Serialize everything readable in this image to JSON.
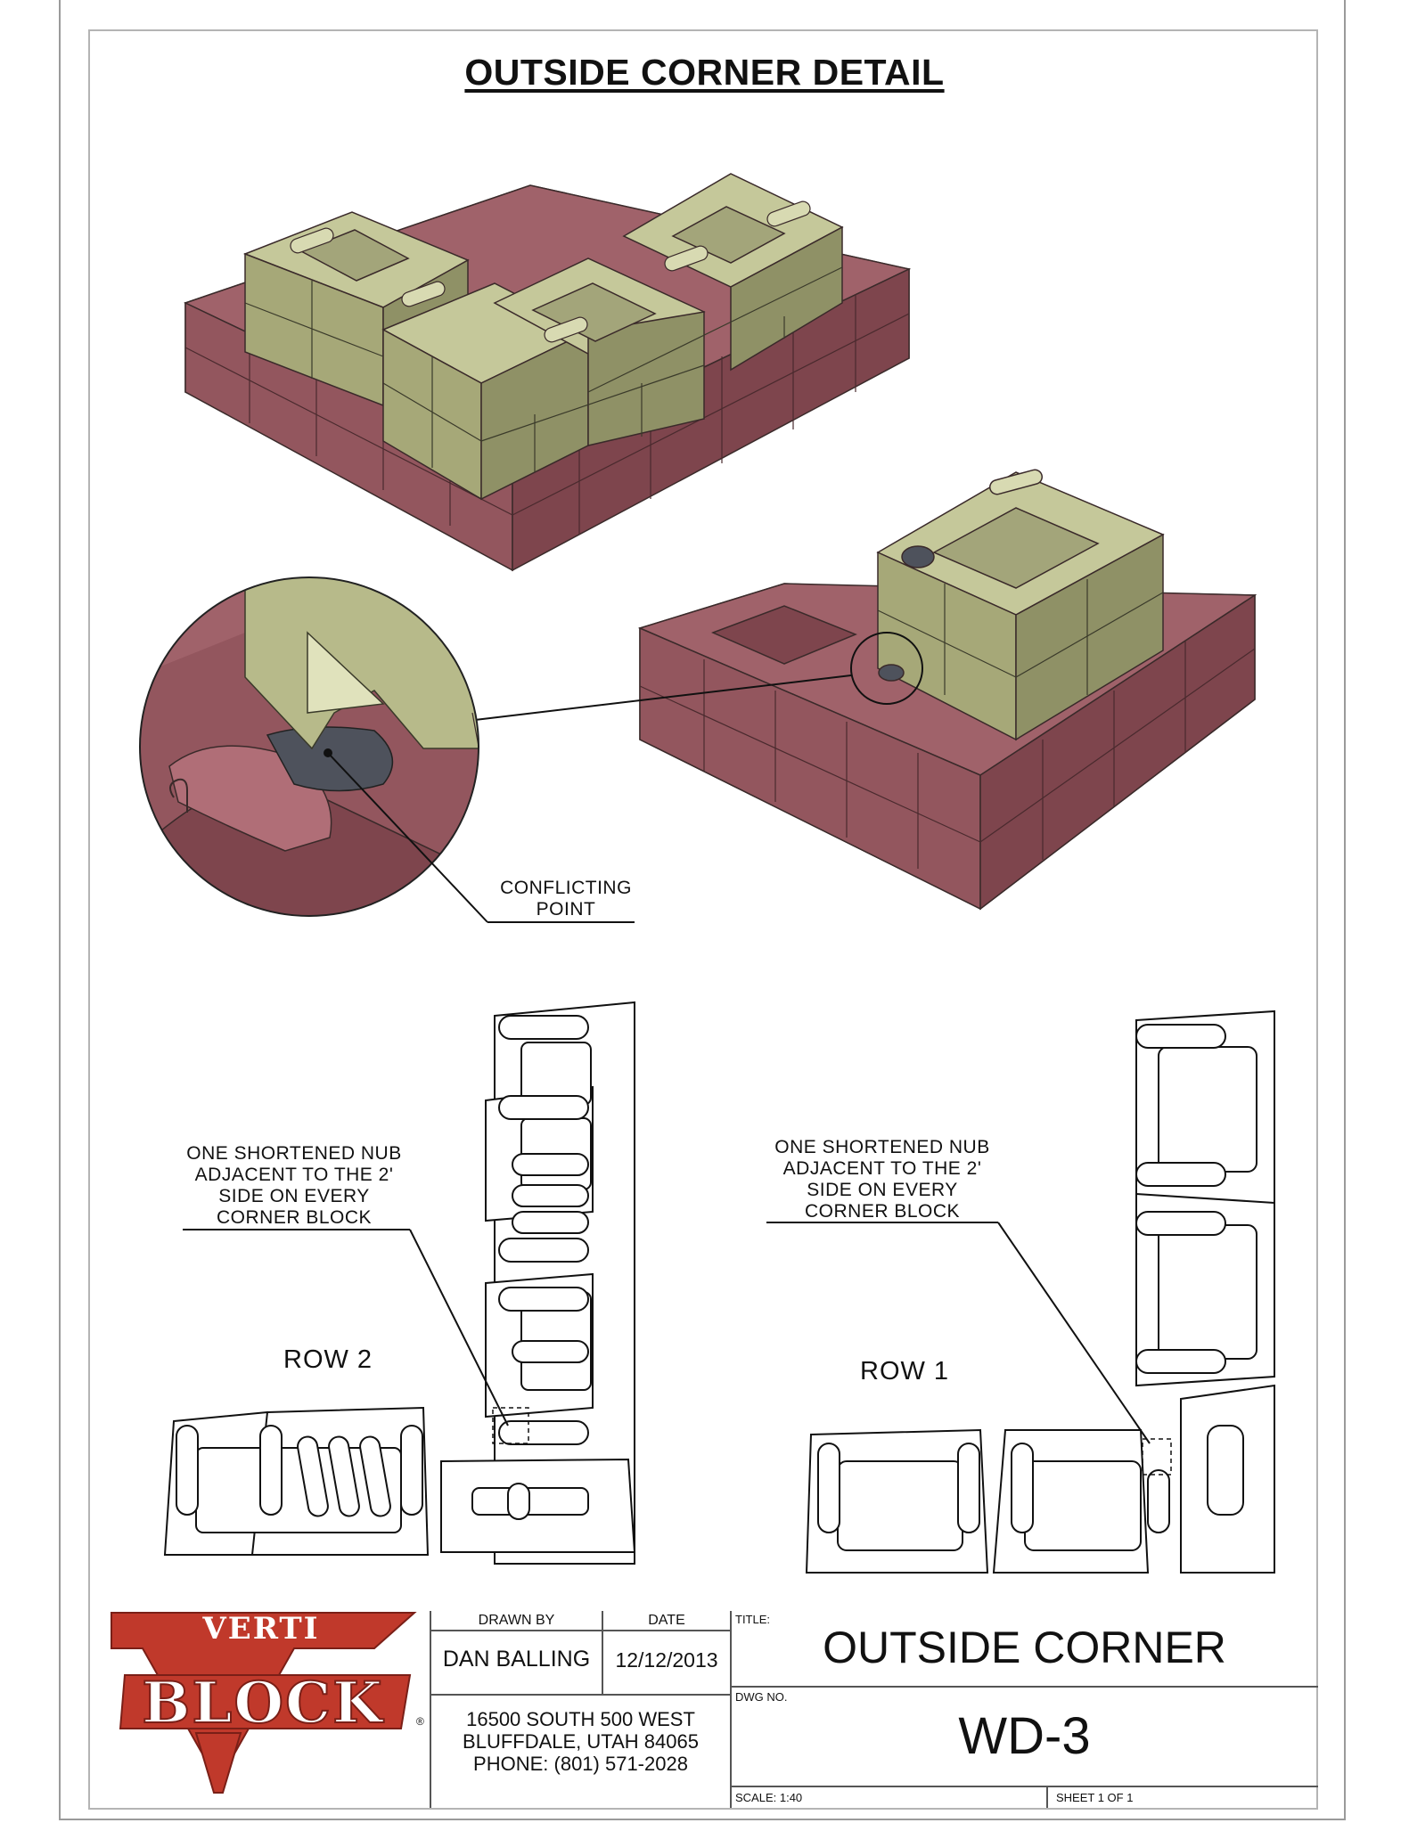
{
  "document": {
    "title": "OUTSIDE CORNER DETAIL",
    "callout_conflict": "CONFLICTING\nPOINT",
    "callout_nub_left": "ONE SHORTENED NUB\nADJACENT TO THE 2'\nSIDE ON EVERY\nCORNER BLOCK",
    "callout_nub_right": "ONE SHORTENED NUB\nADJACENT TO THE 2'\nSIDE ON EVERY\nCORNER BLOCK",
    "row2_label": "ROW 2",
    "row1_label": "ROW 1"
  },
  "colors": {
    "red_block": "#a0626a",
    "red_block_dark": "#7e454d",
    "green_block": "#b7ba8a",
    "green_block_dark": "#8f9166",
    "conflict_fill": "#4e525c",
    "logo_red": "#c0392b"
  },
  "title_block": {
    "logo_top": "VERTI",
    "logo_main": "BLOCK",
    "logo_mark": "®",
    "drawn_by_label": "DRAWN BY",
    "drawn_by": "DAN BALLING",
    "date_label": "DATE",
    "date": "12/12/2013",
    "address_line1": "16500 SOUTH 500 WEST",
    "address_line2": "BLUFFDALE, UTAH 84065",
    "address_line3": "PHONE: (801) 571-2028",
    "title_label": "TITLE:",
    "title": "OUTSIDE CORNER",
    "dwg_label": "DWG NO.",
    "dwg_no": "WD-3",
    "scale": "SCALE: 1:40",
    "sheet": "SHEET 1 OF 1"
  }
}
